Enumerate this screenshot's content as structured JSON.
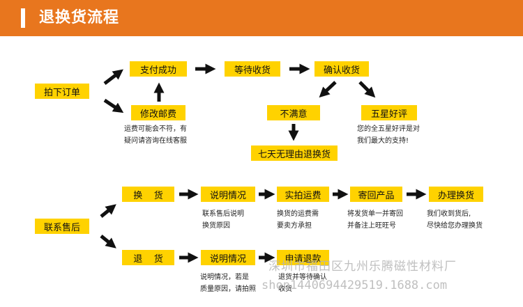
{
  "header": {
    "title": "退换货流程"
  },
  "flow1": {
    "place_order": "拍下订单",
    "pay_success": "支付成功",
    "wait_receive": "等待收货",
    "confirm_receive": "确认收货",
    "modify_postage": "修改邮费",
    "postage_note": "运费可能会不符，有\n疑问请咨询在线客服",
    "unsatisfied": "不满意",
    "five_star": "五星好评",
    "five_star_note": "您的全五星好评是对\n我们最大的支持!",
    "seven_day_return": "七天无理由退换货"
  },
  "flow2": {
    "contact_service": "联系售后",
    "exchange": "换    货",
    "return": "退    货",
    "explain_1": "说明情况",
    "explain_1_note": "联系售后说明\n换货原因",
    "photo_shipping": "实拍运费",
    "photo_shipping_note": "换货的运费需\n要卖方承担",
    "send_back": "寄回产品",
    "send_back_note": "将发货单一并寄回\n并备注上旺旺号",
    "handle_exchange": "办理换货",
    "handle_exchange_note": "我们收到货后,\n尽快给您办理换货",
    "explain_2": "说明情况",
    "explain_2_note": "说明情况，若是\n质量原因，请拍照",
    "apply_refund": "申请退款",
    "apply_refund_note": "退货并等待确认\n收货"
  },
  "watermark": {
    "line1": "深圳市福田区九州乐腾磁性材料厂",
    "line2": "shop1440694429519.1688.com"
  },
  "colors": {
    "banner": "#e8761e",
    "box": "#ffd200",
    "arrow": "#111111"
  }
}
